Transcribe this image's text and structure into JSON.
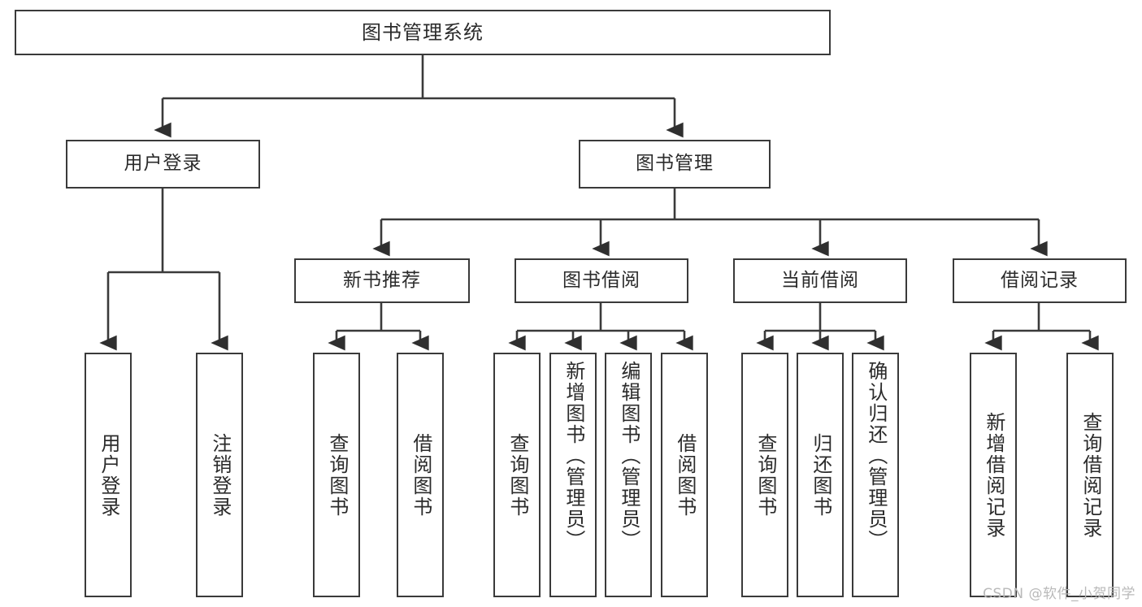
{
  "diagram": {
    "title": "图书管理系统",
    "watermark": "CSDN @软件_小贺同学",
    "type": "tree",
    "line_color": "#3a3a3a",
    "text_color": "#2b2b2b",
    "background": "#ffffff",
    "root": {
      "label": "图书管理系统"
    },
    "level1": [
      {
        "label": "用户登录"
      },
      {
        "label": "图书管理"
      }
    ],
    "level2": [
      {
        "label": "新书推荐"
      },
      {
        "label": "图书借阅"
      },
      {
        "label": "当前借阅"
      },
      {
        "label": "借阅记录"
      }
    ],
    "leaves": {
      "user_login": [
        {
          "label": "用户登录"
        },
        {
          "label": "注销登录"
        }
      ],
      "new_book": [
        {
          "label": "查询图书"
        },
        {
          "label": "借阅图书"
        }
      ],
      "book_borrow": [
        {
          "label": "查询图书"
        },
        {
          "label": "新增图书（管理员）"
        },
        {
          "label": "编辑图书（管理员）"
        },
        {
          "label": "借阅图书"
        }
      ],
      "current_borrow": [
        {
          "label": "查询图书"
        },
        {
          "label": "归还图书"
        },
        {
          "label": "确认归还（管理员）"
        }
      ],
      "borrow_record": [
        {
          "label": "新增借阅记录"
        },
        {
          "label": "查询借阅记录"
        }
      ]
    }
  }
}
